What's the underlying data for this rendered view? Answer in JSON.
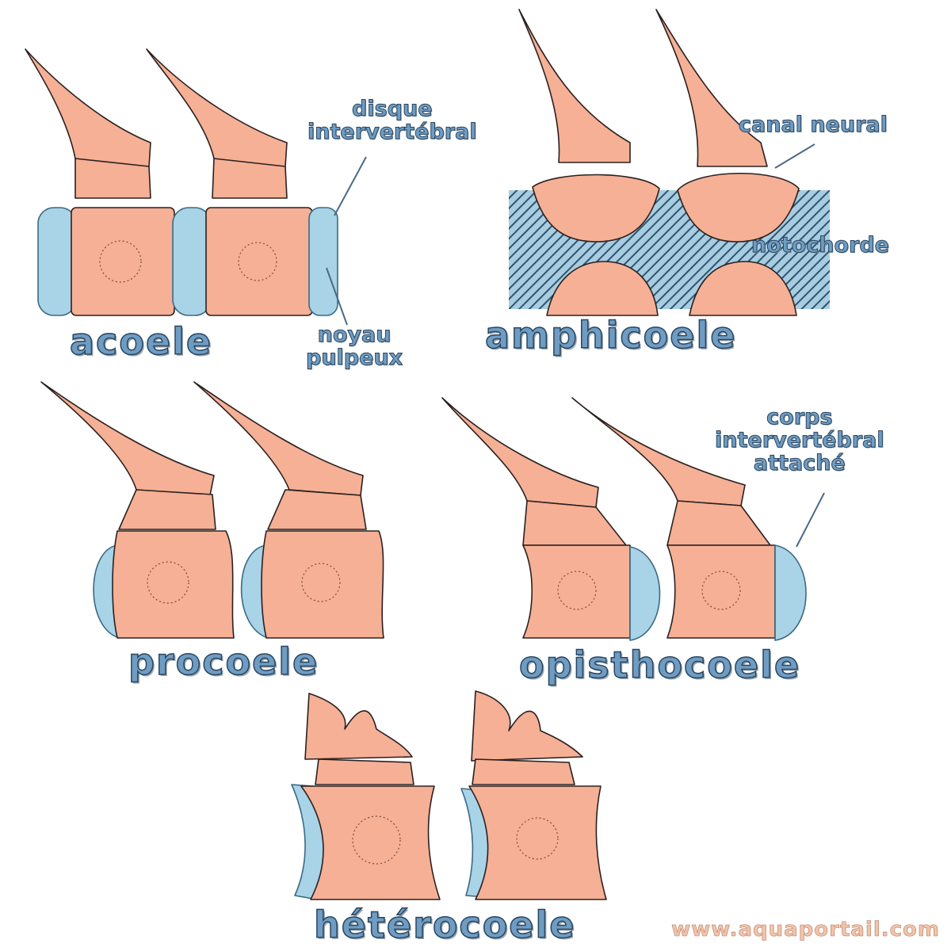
{
  "types": {
    "acoele": "acoele",
    "amphicoele": "amphicoele",
    "procoele": "procoele",
    "opisthocoele": "opisthocoele",
    "heterocoele": "hétérocoele"
  },
  "labels": {
    "disque_line1": "disque",
    "disque_line2": "intervertébral",
    "noyau_line1": "noyau",
    "noyau_line2": "pulpeux",
    "canal": "canal neural",
    "notochorde": "notochorde",
    "corps_line1": "corps",
    "corps_line2": "intervertébral",
    "corps_line3": "attaché"
  },
  "watermark": "www.aquaportail.com",
  "colors": {
    "bone": "#f6b095",
    "bone_outline": "#1e1e1e",
    "cartilage": "#a9d3e6",
    "hatch": "#2d5572",
    "label_fill": "#6f9cc2"
  }
}
